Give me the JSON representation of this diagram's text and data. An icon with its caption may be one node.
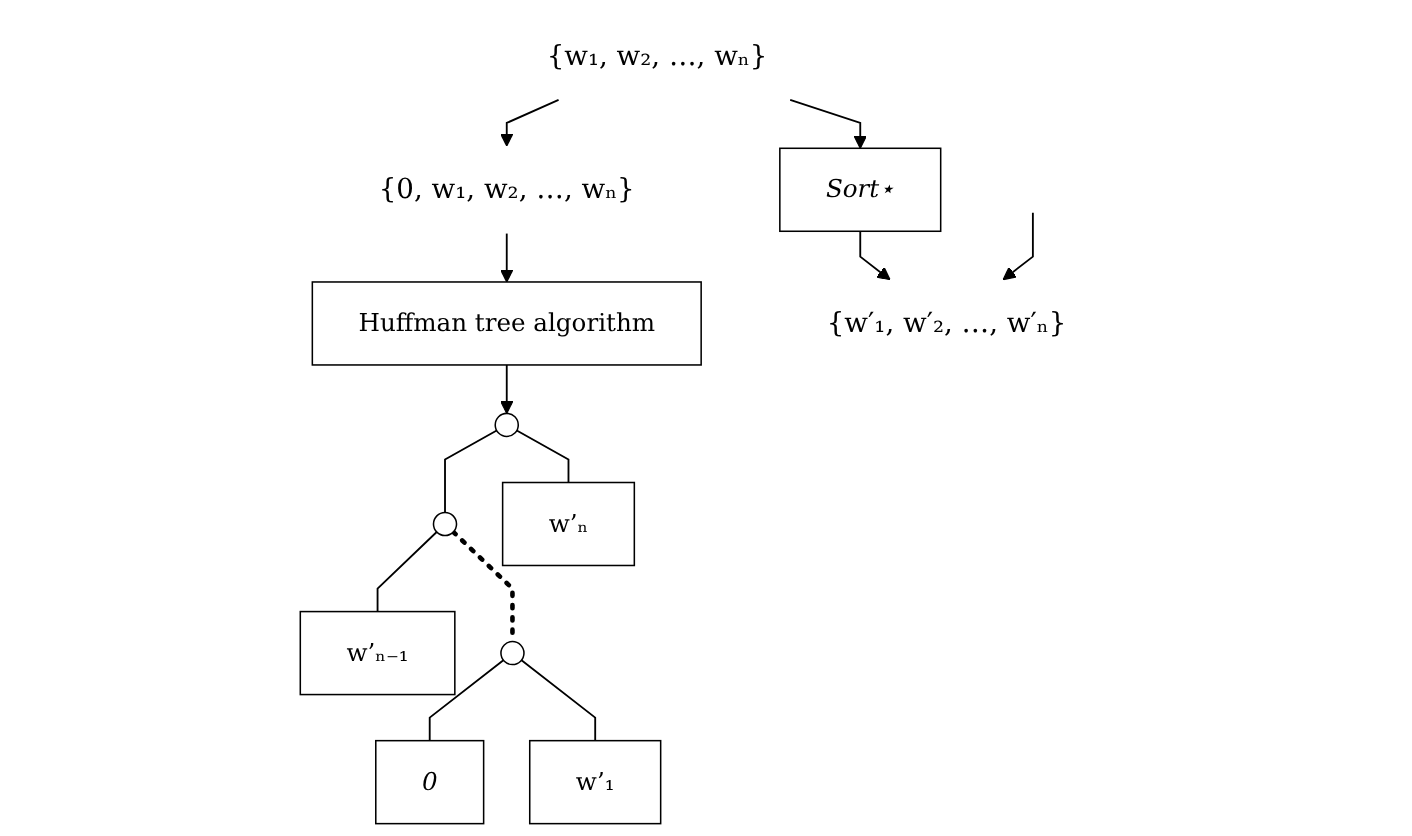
{
  "diagram": {
    "nodes": [
      {
        "text": [
          "{w₁, w₂, …, wₙ}"
        ]
      },
      {
        "text": [
          "{0, w₁, w₂, …, wₙ}"
        ]
      },
      {
        "text": [
          "Sort⋆"
        ]
      },
      {
        "text": [
          "Huffman tree algorithm"
        ]
      },
      {
        "text": [],
        "shape": "circle"
      },
      {
        "text": [],
        "shape": "circle"
      },
      {
        "text": [
          "w’ₙ"
        ]
      },
      {
        "text": [
          "w’ₙ₋₁"
        ]
      },
      {
        "text": [
          "{w′₁, w′₂, …, w′ₙ}"
        ]
      },
      {
        "text": [],
        "shape": "circle"
      },
      {
        "text": [
          "0"
        ]
      },
      {
        "text": [
          "w’₁"
        ]
      }
    ],
    "edges": [
      {
        "from": 0,
        "to": 1,
        "arrow": "to"
      },
      {
        "from": 0,
        "to": 2,
        "arrow": "to"
      },
      {
        "from": 1,
        "to": 3,
        "arrow": "to"
      },
      {
        "from": 2,
        "to": 8,
        "arrow": "to"
      },
      {
        "from": 3,
        "to": 4,
        "arrow": "to"
      },
      {
        "from": 4,
        "to": 5,
        "arrow": "none"
      },
      {
        "from": 4,
        "to": 6,
        "arrow": "none"
      },
      {
        "from": 5,
        "to": 7,
        "arrow": "none"
      },
      {
        "from": 5,
        "to": 9,
        "arrow": "none",
        "style": "dashed"
      },
      {
        "from": 9,
        "to": 10,
        "arrow": "none"
      },
      {
        "from": 9,
        "to": 11,
        "arrow": "none"
      },
      {
        "from": null,
        "to": 8,
        "arrow": "to"
      }
    ]
  }
}
